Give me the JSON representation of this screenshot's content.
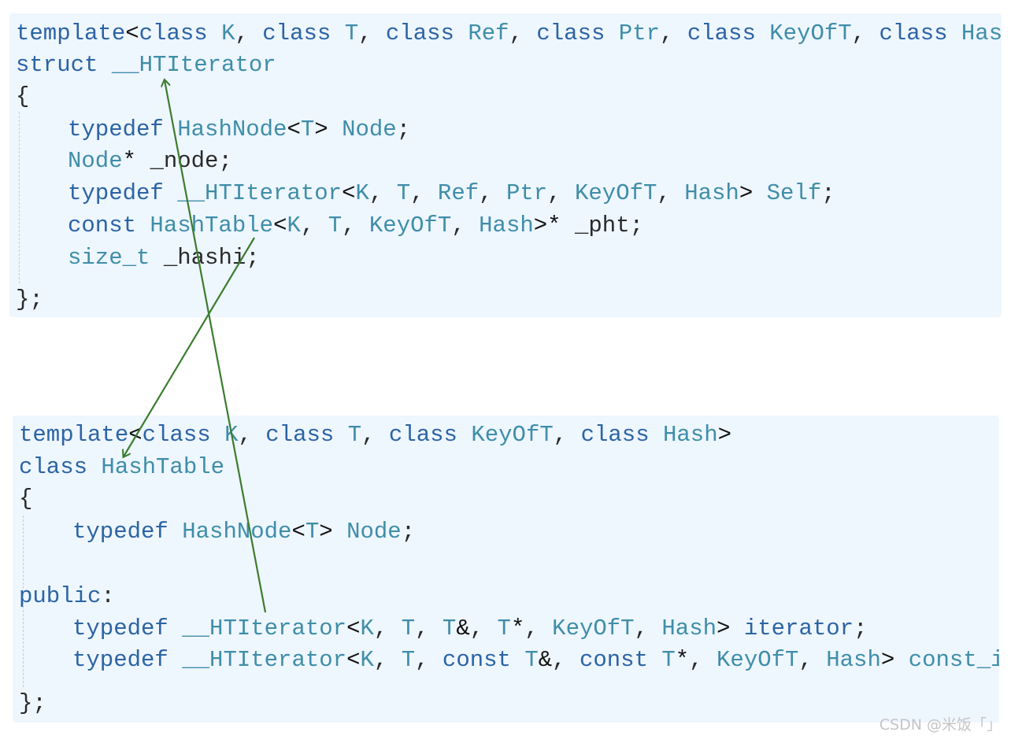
{
  "block1": {
    "lines": [
      [
        [
          "kw",
          "template"
        ],
        [
          "op",
          "<"
        ],
        [
          "kw",
          "class "
        ],
        [
          "ty",
          "K"
        ],
        [
          "pl",
          ", "
        ],
        [
          "kw",
          "class "
        ],
        [
          "ty",
          "T"
        ],
        [
          "pl",
          ", "
        ],
        [
          "kw",
          "class "
        ],
        [
          "ty",
          "Ref"
        ],
        [
          "pl",
          ", "
        ],
        [
          "kw",
          "class "
        ],
        [
          "ty",
          "Ptr"
        ],
        [
          "pl",
          ", "
        ],
        [
          "kw",
          "class "
        ],
        [
          "ty",
          "KeyOfT"
        ],
        [
          "pl",
          ", "
        ],
        [
          "kw",
          "class "
        ],
        [
          "ty",
          "Hash"
        ],
        [
          "op",
          ">"
        ]
      ],
      [
        [
          "kw",
          "struct "
        ],
        [
          "ty",
          "__HTIterator"
        ]
      ],
      [
        [
          "pl",
          "{"
        ]
      ],
      [
        [
          "kw",
          "typedef "
        ],
        [
          "ty",
          "HashNode"
        ],
        [
          "op",
          "<"
        ],
        [
          "ty",
          "T"
        ],
        [
          "op",
          "> "
        ],
        [
          "ty",
          "Node"
        ],
        [
          "pl",
          ";"
        ]
      ],
      [
        [
          "ty",
          "Node"
        ],
        [
          "op",
          "* "
        ],
        [
          "pl",
          "_node;"
        ]
      ],
      [
        [
          "kw",
          "typedef "
        ],
        [
          "ty",
          "__HTIterator"
        ],
        [
          "op",
          "<"
        ],
        [
          "ty",
          "K"
        ],
        [
          "pl",
          ", "
        ],
        [
          "ty",
          "T"
        ],
        [
          "pl",
          ", "
        ],
        [
          "ty",
          "Ref"
        ],
        [
          "pl",
          ", "
        ],
        [
          "ty",
          "Ptr"
        ],
        [
          "pl",
          ", "
        ],
        [
          "ty",
          "KeyOfT"
        ],
        [
          "pl",
          ", "
        ],
        [
          "ty",
          "Hash"
        ],
        [
          "op",
          "> "
        ],
        [
          "ty",
          "Self"
        ],
        [
          "pl",
          ";"
        ]
      ],
      [
        [
          "kw",
          "const "
        ],
        [
          "ty",
          "HashTable"
        ],
        [
          "op",
          "<"
        ],
        [
          "ty",
          "K"
        ],
        [
          "pl",
          ", "
        ],
        [
          "ty",
          "T"
        ],
        [
          "pl",
          ", "
        ],
        [
          "ty",
          "KeyOfT"
        ],
        [
          "pl",
          ", "
        ],
        [
          "ty",
          "Hash"
        ],
        [
          "op",
          ">* "
        ],
        [
          "pl",
          "_pht;"
        ]
      ],
      [
        [
          "ty",
          "size_t "
        ],
        [
          "pl",
          "_hashi;"
        ]
      ],
      [
        [
          "pl",
          "};"
        ]
      ]
    ]
  },
  "block2": {
    "lines": [
      [
        [
          "kw",
          "template"
        ],
        [
          "op",
          "<"
        ],
        [
          "kw",
          "class "
        ],
        [
          "ty",
          "K"
        ],
        [
          "pl",
          ", "
        ],
        [
          "kw",
          "class "
        ],
        [
          "ty",
          "T"
        ],
        [
          "pl",
          ", "
        ],
        [
          "kw",
          "class "
        ],
        [
          "ty",
          "KeyOfT"
        ],
        [
          "pl",
          ", "
        ],
        [
          "kw",
          "class "
        ],
        [
          "ty",
          "Hash"
        ],
        [
          "op",
          ">"
        ]
      ],
      [
        [
          "kw",
          "class "
        ],
        [
          "ty",
          "HashTable"
        ]
      ],
      [
        [
          "pl",
          "{"
        ]
      ],
      [
        [
          "kw",
          "typedef "
        ],
        [
          "ty",
          "HashNode"
        ],
        [
          "op",
          "<"
        ],
        [
          "ty",
          "T"
        ],
        [
          "op",
          "> "
        ],
        [
          "ty",
          "Node"
        ],
        [
          "pl",
          ";"
        ]
      ],
      [
        [
          "pl",
          ""
        ]
      ],
      [
        [
          "kw",
          "public"
        ],
        [
          "pl",
          ":"
        ]
      ],
      [
        [
          "kw",
          "typedef "
        ],
        [
          "ty",
          "__HTIterator"
        ],
        [
          "op",
          "<"
        ],
        [
          "ty",
          "K"
        ],
        [
          "pl",
          ", "
        ],
        [
          "ty",
          "T"
        ],
        [
          "pl",
          ", "
        ],
        [
          "ty",
          "T"
        ],
        [
          "op",
          "&"
        ],
        [
          "pl",
          ", "
        ],
        [
          "ty",
          "T"
        ],
        [
          "op",
          "*"
        ],
        [
          "pl",
          ", "
        ],
        [
          "ty",
          "KeyOfT"
        ],
        [
          "pl",
          ", "
        ],
        [
          "ty",
          "Hash"
        ],
        [
          "op",
          "> "
        ],
        [
          "kw",
          "iterator"
        ],
        [
          "pl",
          ";"
        ]
      ],
      [
        [
          "kw",
          "typedef "
        ],
        [
          "ty",
          "__HTIterator"
        ],
        [
          "op",
          "<"
        ],
        [
          "ty",
          "K"
        ],
        [
          "pl",
          ", "
        ],
        [
          "ty",
          "T"
        ],
        [
          "pl",
          ", "
        ],
        [
          "kw",
          "const "
        ],
        [
          "ty",
          "T"
        ],
        [
          "op",
          "&"
        ],
        [
          "pl",
          ", "
        ],
        [
          "kw",
          "const "
        ],
        [
          "ty",
          "T"
        ],
        [
          "op",
          "*"
        ],
        [
          "pl",
          ", "
        ],
        [
          "ty",
          "KeyOfT"
        ],
        [
          "pl",
          ", "
        ],
        [
          "ty",
          "Hash"
        ],
        [
          "op",
          "> "
        ],
        [
          "ty",
          "const_iterator"
        ],
        [
          "pl",
          ";"
        ]
      ],
      [
        [
          "pl",
          "};"
        ]
      ]
    ]
  },
  "watermark": "CSDN @米饭「」",
  "colors": {
    "keyword": "#2c64a4",
    "type": "#3f8ea8",
    "plain": "#2a2a2a",
    "arrow": "#3b7d2e",
    "background": "#eef6fe"
  }
}
